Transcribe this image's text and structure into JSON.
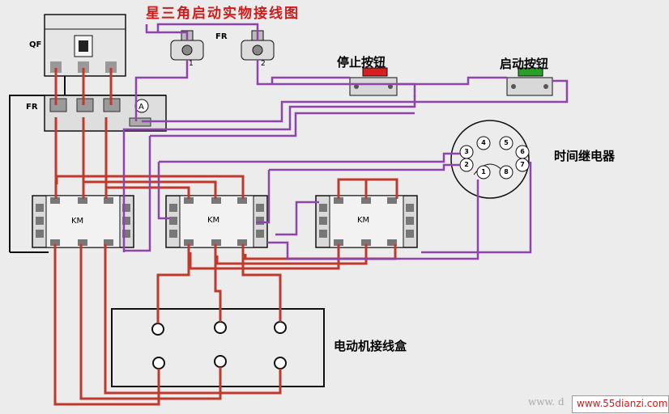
{
  "title": "星三角启动实物接线图",
  "labels": {
    "qf": "QF",
    "fr_left": "FR",
    "fr_top": "FR",
    "fr_pin1": "1",
    "fr_pin2": "2",
    "stop_button": "停止按钮",
    "start_button": "启动按钮",
    "time_relay": "时间继电器",
    "km1": "KM",
    "km2": "KM",
    "km3": "KM",
    "motor_box": "电动机接线盒"
  },
  "relay_pins": [
    "4",
    "5",
    "3",
    "6",
    "2",
    "7",
    "1",
    "8"
  ],
  "watermark": {
    "left": "www. d",
    "right": "www.55dianzi.com"
  },
  "colors": {
    "power_wire": "#c0392b",
    "control_wire": "#8e44ad",
    "stop_button_cap": "#d62020",
    "start_button_cap": "#2aa02a",
    "title": "#d11a1a"
  }
}
